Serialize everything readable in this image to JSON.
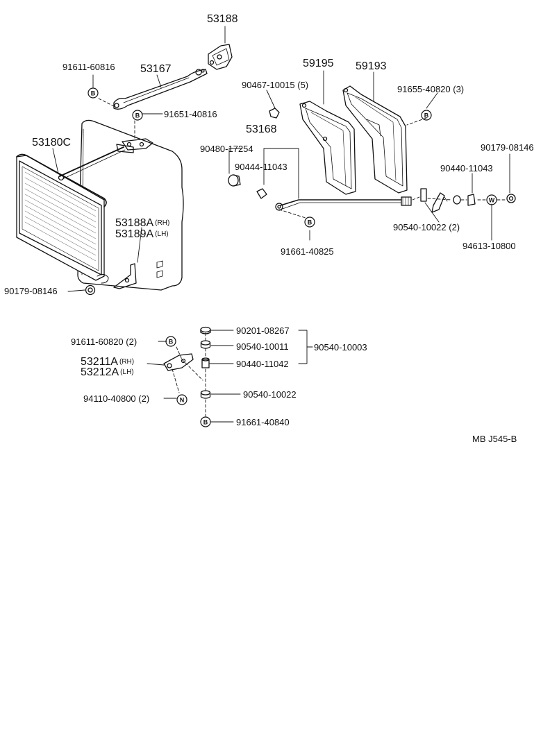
{
  "labels": {
    "l_53188": "53188",
    "l_91611_60816": "91611-60816",
    "l_53167": "53167",
    "l_91651_40816": "91651-40816",
    "l_53180c": "53180C",
    "l_53188a": "53188A",
    "l_53188a_sfx": "(RH)",
    "l_53189a": "53189A",
    "l_53189a_sfx": "(LH)",
    "l_90179_08146_left": "90179-08146",
    "l_59195": "59195",
    "l_59193": "59193",
    "l_90467_10015": "90467-10015 (5)",
    "l_91655_40820": "91655-40820 (3)",
    "l_53168": "53168",
    "l_90480_17254": "90480-17254",
    "l_90444_11043": "90444-11043",
    "l_90179_08146_right": "90179-08146",
    "l_90440_11043": "90440-11043",
    "l_90540_10022_2": "90540-10022 (2)",
    "l_94613_10800": "94613-10800",
    "l_91661_40825": "91661-40825",
    "l_91611_60820": "91611-60820 (2)",
    "l_53211a": "53211A",
    "l_53211a_sfx": "(RH)",
    "l_53212a": "53212A",
    "l_53212a_sfx": "(LH)",
    "l_94110_40800": "94110-40800 (2)",
    "l_90201_08267": "90201-08267",
    "l_90540_10011": "90540-10011",
    "l_90440_11042": "90440-11042",
    "l_90540_10003": "90540-10003",
    "l_90540_10022": "90540-10022",
    "l_91661_40840": "91661-40840"
  },
  "markers": {
    "bolt": "B",
    "washer": "W",
    "nut": "N"
  },
  "footer": {
    "code": "MB  J545-B"
  },
  "colors": {
    "ink": "#111111",
    "paper": "#ffffff"
  }
}
